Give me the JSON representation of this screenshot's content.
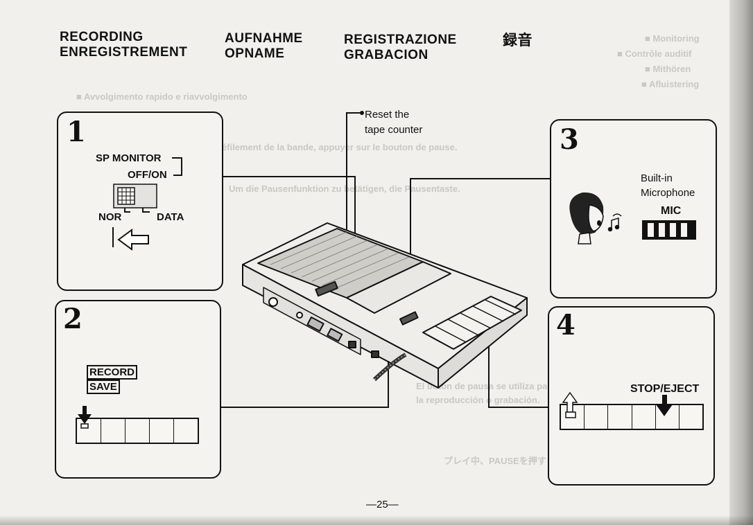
{
  "headings": {
    "recording": "RECORDING",
    "enregistrement": "ENREGISTREMENT",
    "aufnahme": "AUFNAHME",
    "opname": "OPNAME",
    "registrazione": "REGISTRAZIONE",
    "grabacion": "GRABACION",
    "japanese": "録音"
  },
  "callout_reset": {
    "line1": "Reset the",
    "line2": "tape counter"
  },
  "step1": {
    "number": "1",
    "sp_monitor": "SP MONITOR",
    "off_on": "OFF/ON",
    "nor": "NOR",
    "data": "DATA"
  },
  "step2": {
    "number": "2",
    "record": "RECORD",
    "save": "SAVE"
  },
  "step3": {
    "number": "3",
    "built_in": "Built-in",
    "microphone": "Microphone",
    "mic": "MIC"
  },
  "step4": {
    "number": "4",
    "stop_eject": "STOP/EJECT"
  },
  "page_number": "—25—",
  "icons": [
    "left-arrow-icon",
    "down-arrow-icon",
    "up-arrow-icon",
    "singing-face-icon",
    "music-note-icon"
  ]
}
